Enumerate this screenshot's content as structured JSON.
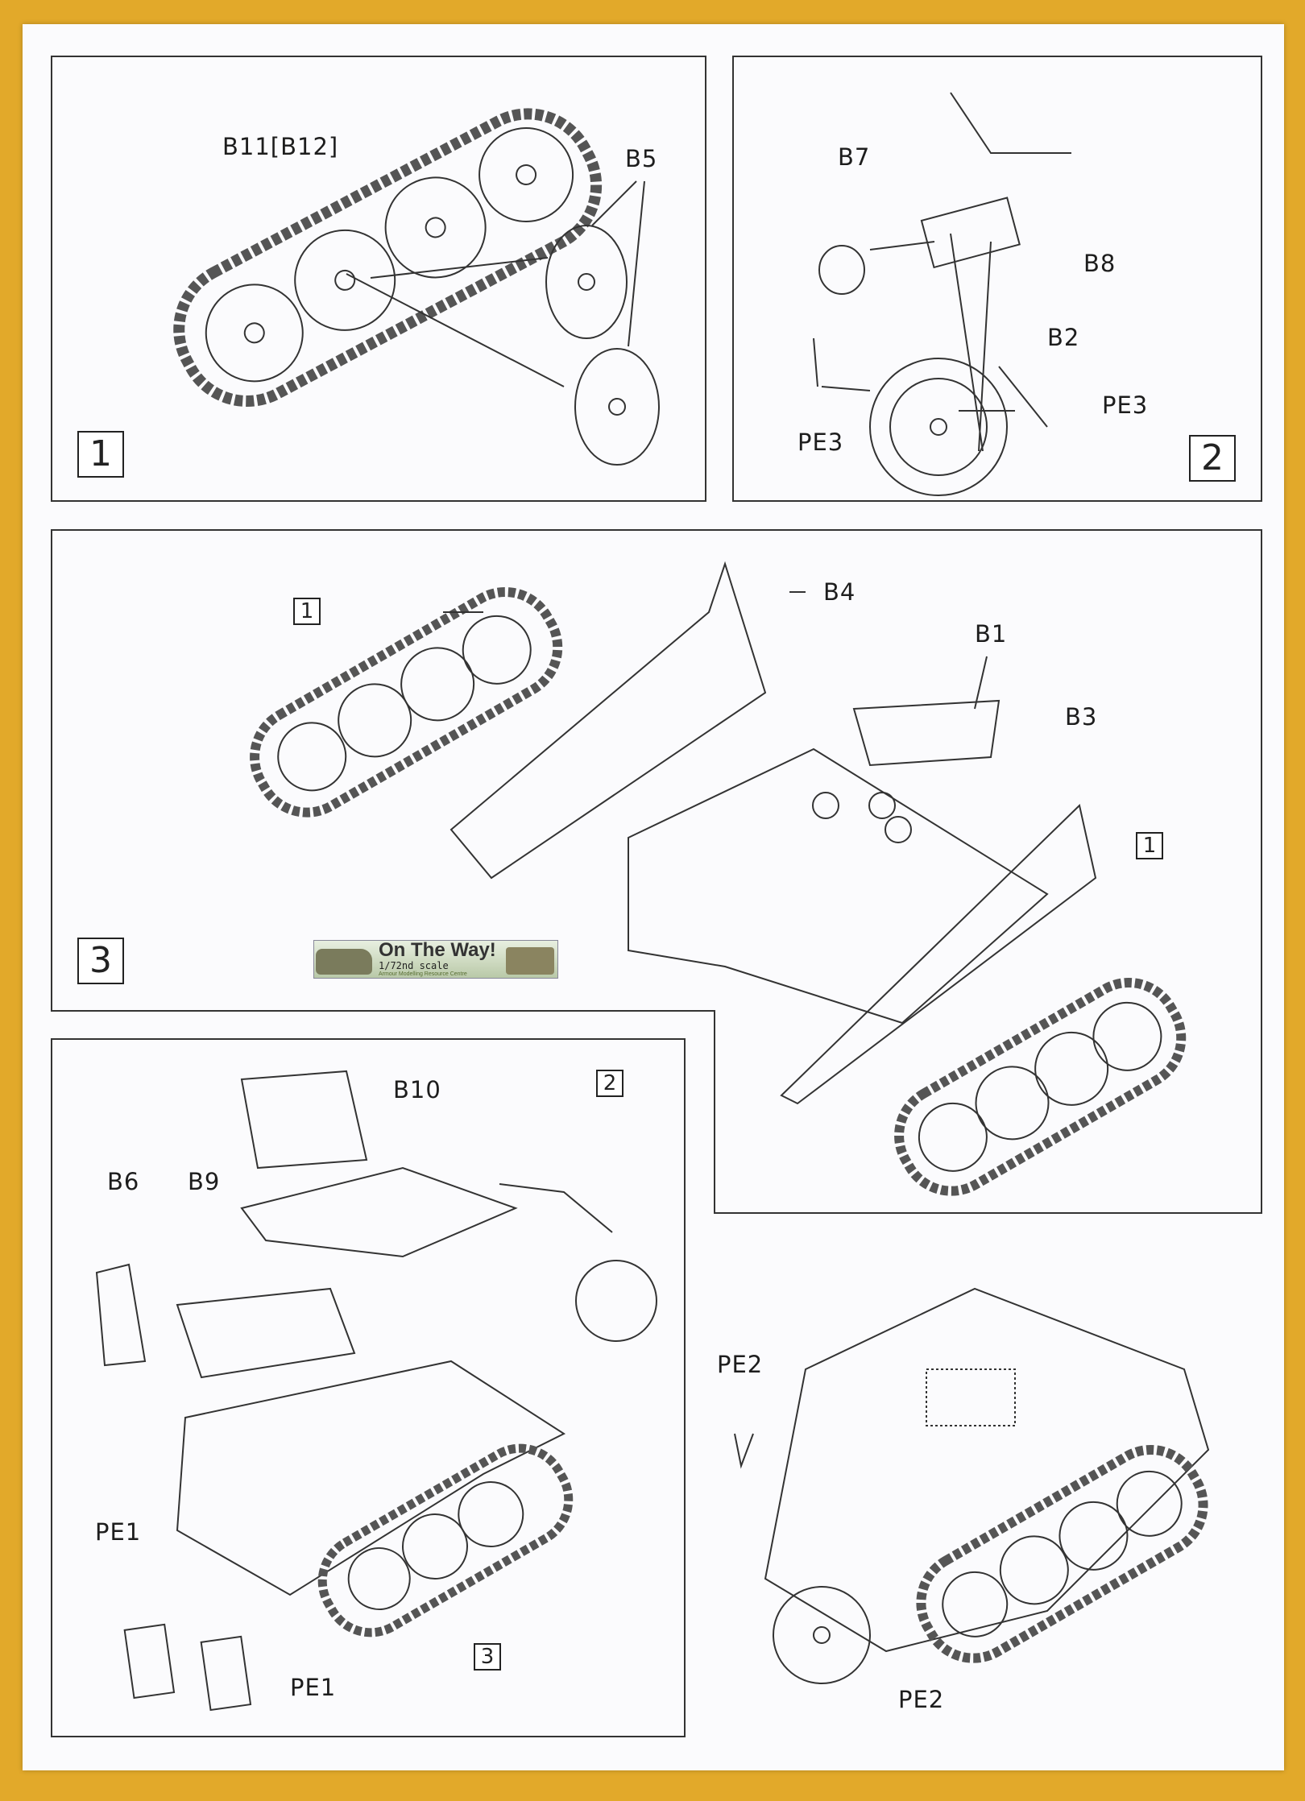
{
  "steps": [
    {
      "number": "1",
      "labels": [
        "B11[B12]",
        "B5"
      ]
    },
    {
      "number": "2",
      "labels": [
        "B7",
        "B8",
        "B2",
        "PE3",
        "PE3"
      ]
    },
    {
      "number": "3",
      "labels": [
        "B4",
        "B1",
        "B3"
      ],
      "refs": [
        "1",
        "1"
      ]
    },
    {
      "labels": [
        "B10",
        "B6",
        "B9",
        "PE1",
        "PE1",
        "PE2",
        "PE2"
      ],
      "refs": [
        "2",
        "3"
      ]
    }
  ],
  "logo": {
    "title": "On The Way!",
    "scale": "1/72nd scale",
    "caption": "Armour Modelling Resource Centre"
  }
}
